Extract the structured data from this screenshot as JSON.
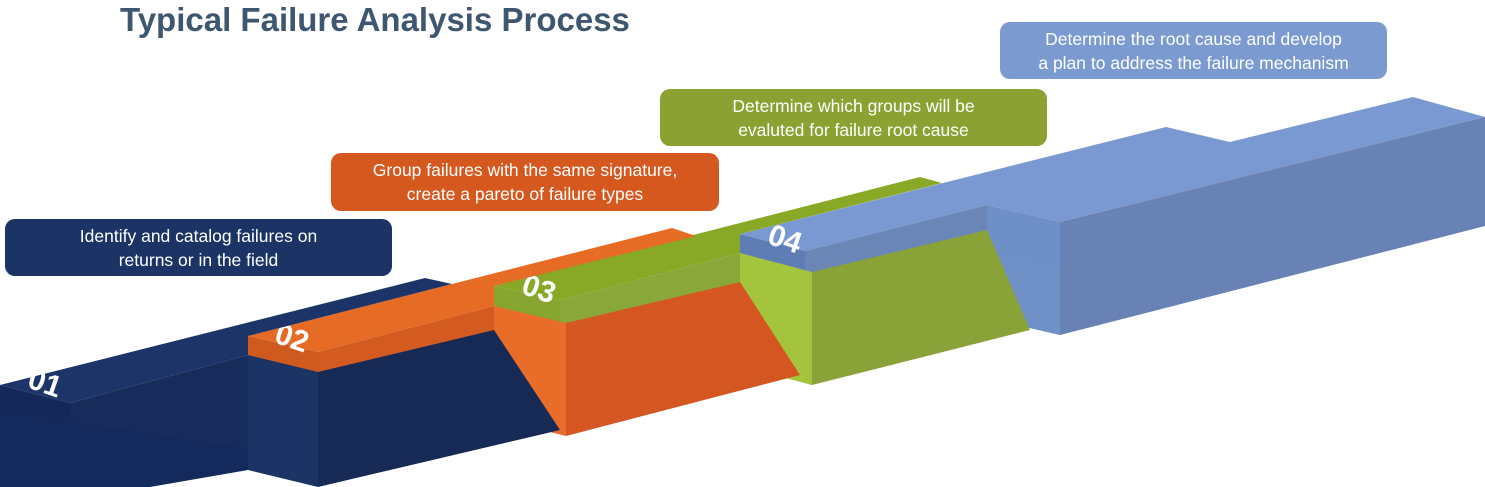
{
  "title": "Typical Failure Analysis Process",
  "colors": {
    "step1": "#1b3365",
    "step2": "#e8692a",
    "step3": "#9bbb3b",
    "step4": "#7090c8",
    "title": "#3f5670"
  },
  "steps": [
    {
      "number": "01",
      "line1": "Identify and catalog failures on",
      "line2": "returns or in the field"
    },
    {
      "number": "02",
      "line1": "Group failures with the same signature,",
      "line2": "create a pareto of failure types"
    },
    {
      "number": "03",
      "line1": "Determine which groups will be",
      "line2": "evaluted for failure root cause"
    },
    {
      "number": "04",
      "line1": "Determine the root cause and develop",
      "line2": "a plan to address the failure mechanism"
    }
  ]
}
